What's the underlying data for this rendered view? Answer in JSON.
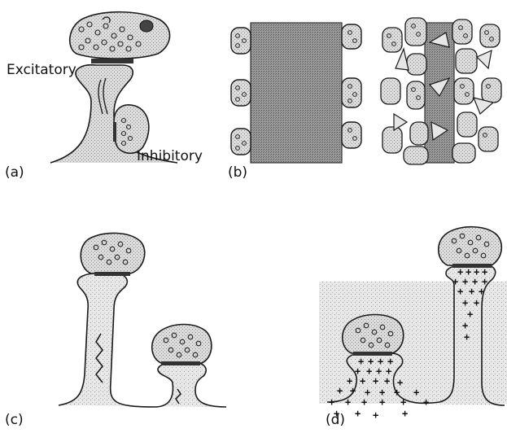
{
  "labels": {
    "excitatory": "Excitatory",
    "inhibitory": "Inhibitory",
    "panel_a": "(a)",
    "panel_b": "(b)",
    "panel_c": "(c)",
    "panel_d": "(d)"
  },
  "symbols": {
    "plus": "+"
  },
  "colors": {
    "stipple_fill": "#d2d2d2",
    "dense_fill": "#8c8c8c",
    "outline": "#1a1a1a",
    "background": "#ffffff"
  }
}
